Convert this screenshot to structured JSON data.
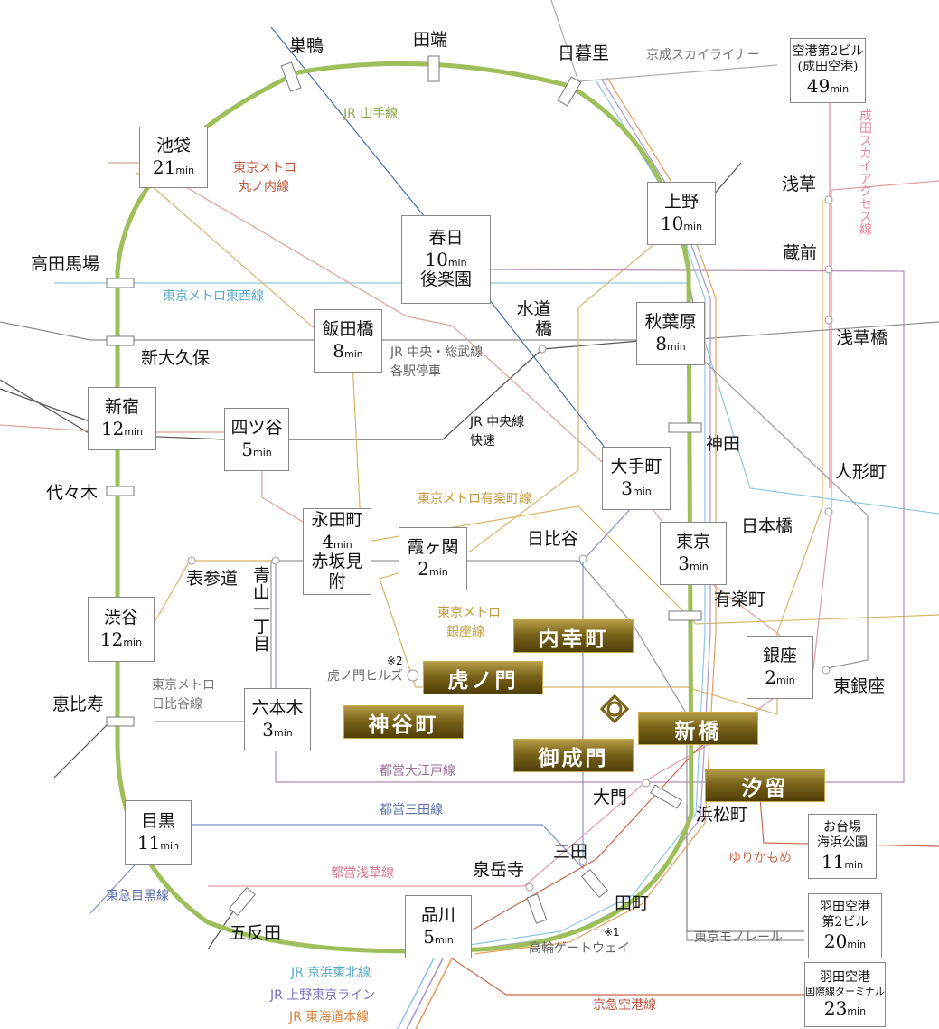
{
  "stations": {
    "ikebukuro": {
      "name": "池袋",
      "time": "21",
      "unit": "min"
    },
    "kasuga": {
      "name": "春日",
      "time": "10",
      "unit": "min",
      "sub": "後楽園"
    },
    "ueno": {
      "name": "上野",
      "time": "10",
      "unit": "min"
    },
    "akihabara": {
      "name": "秋葉原",
      "time": "8",
      "unit": "min"
    },
    "iidabashi": {
      "name": "飯田橋",
      "time": "8",
      "unit": "min"
    },
    "shinjuku": {
      "name": "新宿",
      "time": "12",
      "unit": "min"
    },
    "yotsuya": {
      "name": "四ツ谷",
      "time": "5",
      "unit": "min"
    },
    "otemachi": {
      "name": "大手町",
      "time": "3",
      "unit": "min"
    },
    "nagatacho": {
      "name": "永田町",
      "time": "4",
      "unit": "min",
      "sub": "赤坂見附"
    },
    "kasumigaseki": {
      "name": "霞ヶ関",
      "time": "2",
      "unit": "min"
    },
    "tokyo": {
      "name": "東京",
      "time": "3",
      "unit": "min"
    },
    "shibuya": {
      "name": "渋谷",
      "time": "12",
      "unit": "min"
    },
    "ginza": {
      "name": "銀座",
      "time": "2",
      "unit": "min"
    },
    "roppongi": {
      "name": "六本木",
      "time": "3",
      "unit": "min"
    },
    "meguro": {
      "name": "目黒",
      "time": "11",
      "unit": "min"
    },
    "shinagawa": {
      "name": "品川",
      "time": "5",
      "unit": "min"
    },
    "narita": {
      "name1": "空港第2ビル",
      "name2": "(成田空港)",
      "time": "49",
      "unit": "min"
    },
    "odaiba": {
      "name1": "お台場",
      "name2": "海浜公園",
      "time": "11",
      "unit": "min"
    },
    "haneda2": {
      "name1": "羽田空港",
      "name2": "第2ビル",
      "time": "20",
      "unit": "min"
    },
    "haneda3": {
      "name1": "羽田空港",
      "name2": "国際線ターミナル",
      "time": "23",
      "unit": "min"
    }
  },
  "featured": {
    "uchisaiwaicho": "内幸町",
    "toranomon": "虎ノ門",
    "kamiyacho": "神谷町",
    "shinbashi": "新橋",
    "onarimon": "御成門",
    "shiodome": "汐留"
  },
  "labels": {
    "sugamo": "巣鴨",
    "tabata": "田端",
    "nippori": "日暮里",
    "asakusa": "浅草",
    "kuramae": "蔵前",
    "asakusabashi": "浅草橋",
    "takadanobaba": "高田馬場",
    "shinokubo": "新大久保",
    "suidobashi1": "水道",
    "suidobashi2": "橋",
    "kanda": "神田",
    "ningyocho": "人形町",
    "yoyogi": "代々木",
    "nihonbashi": "日本橋",
    "hibiya": "日比谷",
    "omotesando": "表参道",
    "aoyama": "青山一丁目",
    "yurakucho": "有楽町",
    "higashiginza": "東銀座",
    "ebisu": "恵比寿",
    "toranomonhills": "虎ノ門ヒルズ",
    "note2": "※2",
    "daimon": "大門",
    "hamamatsucho": "浜松町",
    "mita": "三田",
    "sengakuji": "泉岳寺",
    "tamachi": "田町",
    "gotanda": "五反田",
    "takanawa": "高輪ゲートウェイ",
    "note1": "※1"
  },
  "lines": {
    "yamanote": "JR 山手線",
    "keisei": "京成スカイライナー",
    "narita_access": "成田スカイアクセス線",
    "marunouchi1": "東京メトロ",
    "marunouchi2": "丸ノ内線",
    "tozai": "東京メトロ東西線",
    "chuo_sobu1": "JR 中央・総武線",
    "chuo_sobu2": "各駅停車",
    "chuo_rapid1": "JR 中央線",
    "chuo_rapid2": "快速",
    "yurakucho": "東京メトロ有楽町線",
    "ginza1": "東京メトロ",
    "ginza2": "銀座線",
    "hibiya1": "東京メトロ",
    "hibiya2": "日比谷線",
    "oedo": "都営大江戸線",
    "mita": "都営三田線",
    "asakusa": "都営浅草線",
    "meguro": "東急目黒線",
    "yurikamome": "ゆりかもめ",
    "monorail": "東京モノレール",
    "keihintohoku": "JR 京浜東北線",
    "uenotokyo": "JR 上野東京ライン",
    "tokaido": "JR 東海道本線",
    "keikyu": "京急空港線"
  },
  "colors": {
    "yamanote": "#9ebf5a",
    "marunouchi": "#d9a49b",
    "tozai": "#8ec8de",
    "chuo_sobu": "#8a8a8a",
    "yurakucho": "#d8b56a",
    "ginza": "#d8b56a",
    "hibiya": "#b0b0b0",
    "oedo": "#b58bb3",
    "mita": "#7f8fc4",
    "asakusa": "#e09aa4",
    "keikyu": "#c9694f",
    "narita": "#e8879a",
    "keihin": "#8fc7e8",
    "ueno_tokyo": "#a69ad6",
    "tokaido": "#e4a061",
    "gold": "#7a6419"
  }
}
